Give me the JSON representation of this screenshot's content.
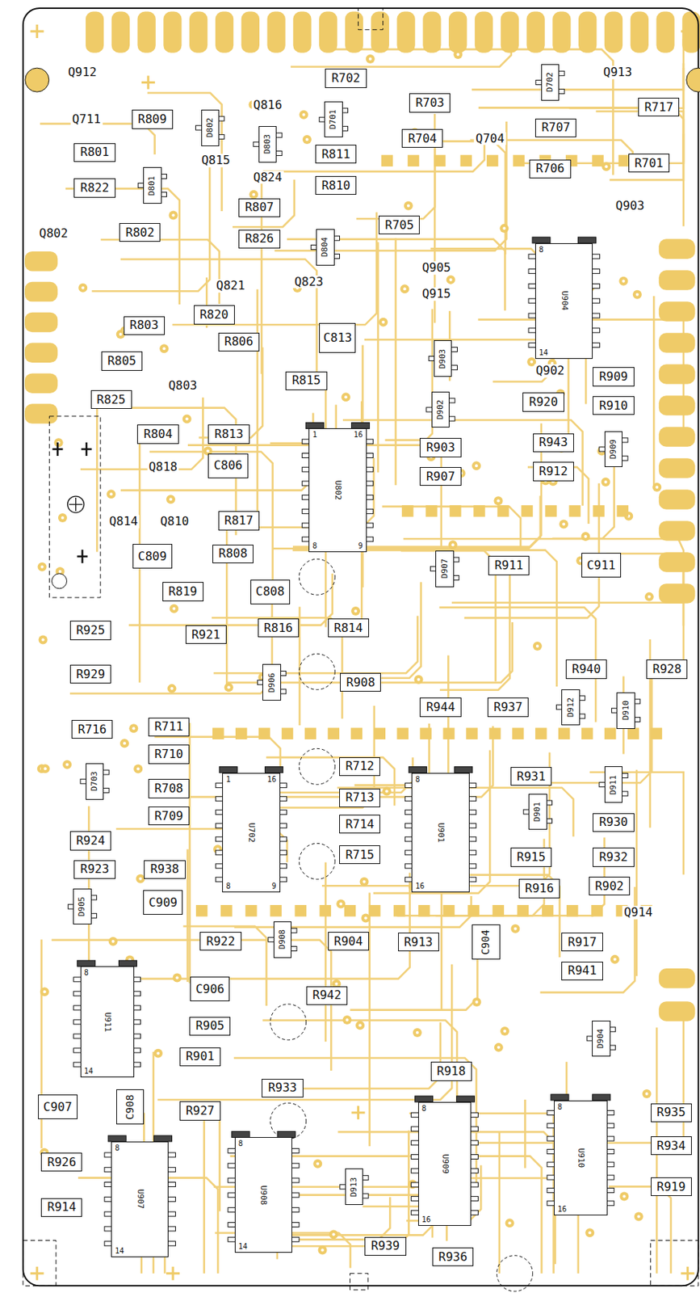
{
  "diagram": {
    "nodes": [
      {
        "text": [
          "R702"
        ]
      },
      {
        "text": [
          "D702"
        ]
      },
      {
        "text": [
          "R703"
        ]
      },
      {
        "text": [
          "R717"
        ]
      },
      {
        "text": [
          "R809"
        ]
      },
      {
        "text": [
          "D701"
        ]
      },
      {
        "text": [
          "D802"
        ]
      },
      {
        "text": [
          "R707"
        ]
      },
      {
        "text": [
          "R704"
        ]
      },
      {
        "text": [
          "D803"
        ]
      },
      {
        "text": [
          "R801"
        ]
      },
      {
        "text": [
          "R811"
        ]
      },
      {
        "text": [
          "R701"
        ]
      },
      {
        "text": [
          "R706"
        ]
      },
      {
        "text": [
          "D801"
        ]
      },
      {
        "text": [
          "R810"
        ]
      },
      {
        "text": [
          "R822"
        ]
      },
      {
        "text": [
          "R807"
        ]
      },
      {
        "text": [
          "R705"
        ]
      },
      {
        "text": [
          "R802"
        ]
      },
      {
        "text": [
          "R826"
        ]
      },
      {
        "text": [
          "D804"
        ]
      },
      {
        "text": [
          "U904",
          "8",
          "14"
        ]
      },
      {
        "text": [
          "R820"
        ]
      },
      {
        "text": [
          "R803"
        ]
      },
      {
        "text": [
          "C813"
        ]
      },
      {
        "text": [
          "R806"
        ]
      },
      {
        "text": [
          "D903"
        ]
      },
      {
        "text": [
          "R805"
        ]
      },
      {
        "text": [
          "R909"
        ]
      },
      {
        "text": [
          "R815"
        ]
      },
      {
        "text": [
          "R825"
        ]
      },
      {
        "text": [
          "R920"
        ]
      },
      {
        "text": [
          "R910"
        ]
      },
      {
        "text": [
          "D902"
        ]
      },
      {
        "text": [
          "R804"
        ]
      },
      {
        "text": [
          "R813"
        ]
      },
      {
        "text": [
          "R943"
        ]
      },
      {
        "text": [
          "R903"
        ]
      },
      {
        "text": [
          "D909"
        ]
      },
      {
        "text": [
          "C806"
        ]
      },
      {
        "text": [
          "R912"
        ]
      },
      {
        "text": [
          "R907"
        ]
      },
      {
        "text": [
          "U802",
          "1",
          "16",
          "8",
          "9"
        ]
      },
      {
        "text": [
          "R817"
        ]
      },
      {
        "text": [
          "R808"
        ]
      },
      {
        "text": [
          "C809"
        ]
      },
      {
        "text": [
          "R911"
        ]
      },
      {
        "text": [
          "C911"
        ]
      },
      {
        "text": [
          "D907"
        ]
      },
      {
        "text": [
          "R819"
        ]
      },
      {
        "text": [
          "C808"
        ]
      },
      {
        "text": [
          "R816"
        ]
      },
      {
        "text": [
          "R814"
        ]
      },
      {
        "text": [
          "R925"
        ]
      },
      {
        "text": [
          "R921"
        ]
      },
      {
        "text": [
          "R940"
        ]
      },
      {
        "text": [
          "R928"
        ]
      },
      {
        "text": [
          "R929"
        ]
      },
      {
        "text": [
          "D906"
        ]
      },
      {
        "text": [
          "R908"
        ]
      },
      {
        "text": [
          "R944"
        ]
      },
      {
        "text": [
          "R937"
        ]
      },
      {
        "text": [
          "D912"
        ]
      },
      {
        "text": [
          "D910"
        ]
      },
      {
        "text": [
          "R711"
        ]
      },
      {
        "text": [
          "R716"
        ]
      },
      {
        "text": [
          "R710"
        ]
      },
      {
        "text": [
          "R712"
        ]
      },
      {
        "text": [
          "R931"
        ]
      },
      {
        "text": [
          "D703"
        ]
      },
      {
        "text": [
          "D911"
        ]
      },
      {
        "text": [
          "R708"
        ]
      },
      {
        "text": [
          "R713"
        ]
      },
      {
        "text": [
          "D901"
        ]
      },
      {
        "text": [
          "R709"
        ]
      },
      {
        "text": [
          "R930"
        ]
      },
      {
        "text": [
          "R714"
        ]
      },
      {
        "text": [
          "U702",
          "1",
          "16",
          "8",
          "9"
        ]
      },
      {
        "text": [
          "U901",
          "8",
          "16"
        ]
      },
      {
        "text": [
          "R924"
        ]
      },
      {
        "text": [
          "R715"
        ]
      },
      {
        "text": [
          "R915"
        ]
      },
      {
        "text": [
          "R932"
        ]
      },
      {
        "text": [
          "R923"
        ]
      },
      {
        "text": [
          "R938"
        ]
      },
      {
        "text": [
          "R902"
        ]
      },
      {
        "text": [
          "R916"
        ]
      },
      {
        "text": [
          "C909"
        ]
      },
      {
        "text": [
          "D905"
        ]
      },
      {
        "text": [
          "R922"
        ]
      },
      {
        "text": [
          "D908"
        ]
      },
      {
        "text": [
          "R904"
        ]
      },
      {
        "text": [
          "R913"
        ]
      },
      {
        "text": [
          "C904"
        ]
      },
      {
        "text": [
          "R917"
        ]
      },
      {
        "text": [
          "R941"
        ]
      },
      {
        "text": [
          "C906"
        ]
      },
      {
        "text": [
          "R942"
        ]
      },
      {
        "text": [
          "U911",
          "8",
          "14"
        ]
      },
      {
        "text": [
          "R905"
        ]
      },
      {
        "text": [
          "D904"
        ]
      },
      {
        "text": [
          "R901"
        ]
      },
      {
        "text": [
          "R918"
        ]
      },
      {
        "text": [
          "R933"
        ]
      },
      {
        "text": [
          "C907"
        ]
      },
      {
        "text": [
          "C908"
        ]
      },
      {
        "text": [
          "R927"
        ]
      },
      {
        "text": [
          "R935"
        ]
      },
      {
        "text": [
          "R934"
        ]
      },
      {
        "text": [
          "U910",
          "8",
          "16"
        ]
      },
      {
        "text": [
          "R926"
        ]
      },
      {
        "text": [
          "U909",
          "8",
          "16"
        ]
      },
      {
        "text": [
          "R919"
        ]
      },
      {
        "text": [
          "D913"
        ]
      },
      {
        "text": [
          "U907",
          "8",
          "14"
        ]
      },
      {
        "text": [
          "U908",
          "8",
          "14"
        ]
      },
      {
        "text": [
          "R914"
        ]
      },
      {
        "text": [
          "R939"
        ]
      },
      {
        "text": [
          "R936"
        ]
      }
    ],
    "labels": [
      "Q912",
      "Q913",
      "Q816",
      "Q711",
      "Q704",
      "Q815",
      "Q824",
      "Q903",
      "Q802",
      "Q905",
      "Q823",
      "Q821",
      "Q915",
      "Q902",
      "Q803",
      "Q818",
      "Q814",
      "Q810",
      "Q914"
    ]
  }
}
